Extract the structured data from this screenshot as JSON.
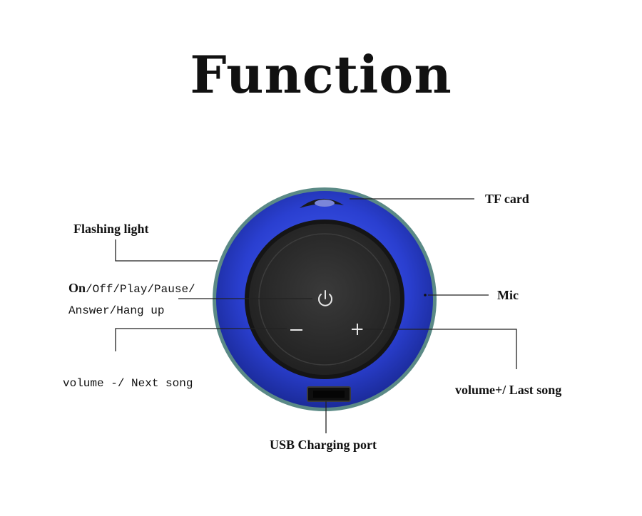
{
  "title": "Function",
  "labels": {
    "tf_card": "TF card",
    "flashing_light": "Flashing light",
    "power_bold": "On",
    "power_rest": "/Off/Play/Pause/",
    "power_line2": "Answer/Hang up",
    "mic": "Mic",
    "volume_down": "volume -/ Next song",
    "volume_up": "volume+/ Last song",
    "usb": "USB Charging port"
  },
  "colors": {
    "ring": "#2b3fc4",
    "face": "#2b2b2b",
    "line": "#222222"
  }
}
